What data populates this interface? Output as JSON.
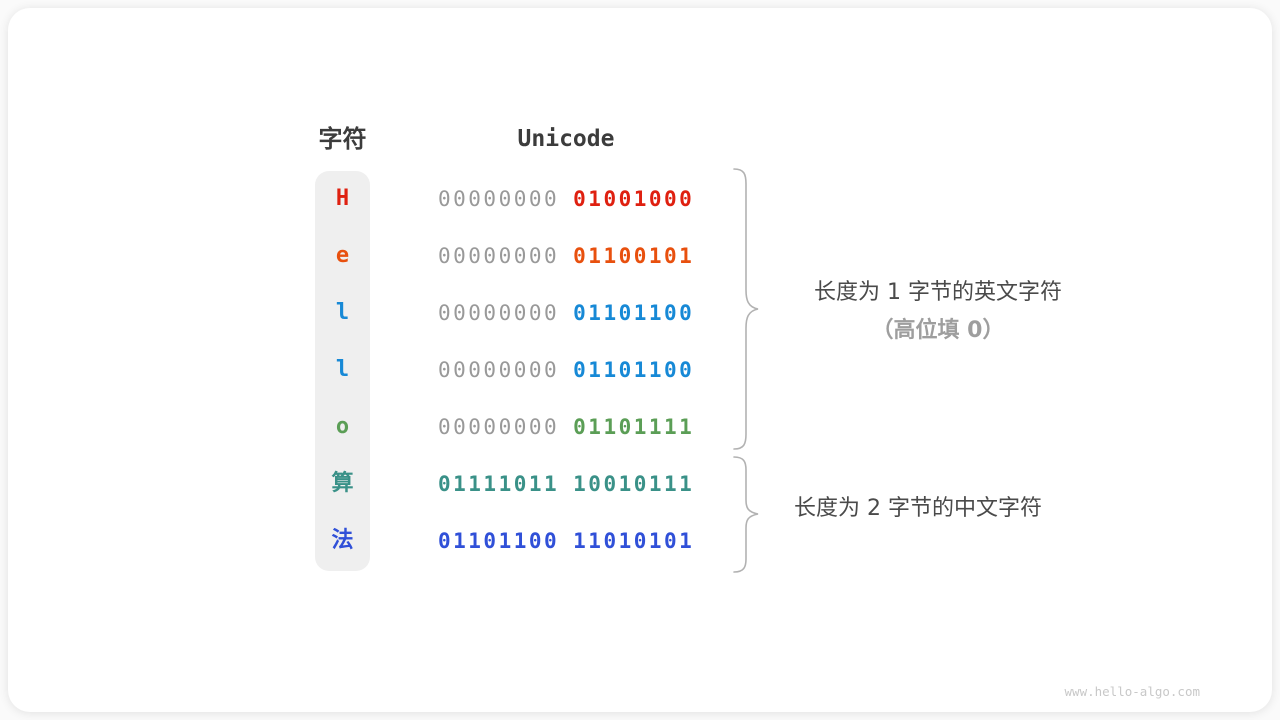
{
  "header": {
    "char_col": "字符",
    "unicode_col": "Unicode"
  },
  "rows": [
    {
      "char": "H",
      "color": "#df2010",
      "byte1": "00000000",
      "byte1_gray": true,
      "byte2": "01001000"
    },
    {
      "char": "e",
      "color": "#e8500e",
      "byte1": "00000000",
      "byte1_gray": true,
      "byte2": "01100101"
    },
    {
      "char": "l",
      "color": "#1789d6",
      "byte1": "00000000",
      "byte1_gray": true,
      "byte2": "01101100"
    },
    {
      "char": "l",
      "color": "#1789d6",
      "byte1": "00000000",
      "byte1_gray": true,
      "byte2": "01101100"
    },
    {
      "char": "o",
      "color": "#5b9e56",
      "byte1": "00000000",
      "byte1_gray": true,
      "byte2": "01101111"
    },
    {
      "char": "算",
      "color": "#3a9188",
      "byte1": "01111011",
      "byte1_gray": false,
      "byte2": "10010111"
    },
    {
      "char": "法",
      "color": "#3050d8",
      "byte1": "01101100",
      "byte1_gray": false,
      "byte2": "11010101"
    }
  ],
  "annotations": {
    "group1_line1": "长度为 1 字节的英文字符",
    "group1_line2": "（高位填 0）",
    "group2": "长度为 2 字节的中文字符"
  },
  "colors": {
    "binary_gray": "#999999",
    "brace": "#b2b2b2",
    "header_text": "#3c3c3c",
    "annotation_text": "#4a4a4a",
    "annotation_sub_text": "#9e9e9e",
    "char_column_bg": "#efefef"
  },
  "watermark": "www.hello-algo.com"
}
